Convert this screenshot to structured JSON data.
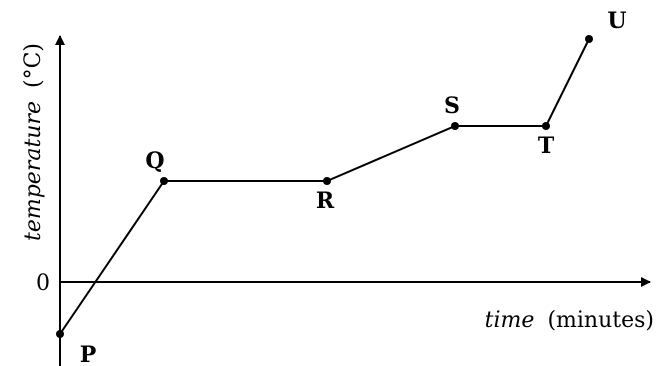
{
  "chart_data": {
    "type": "line",
    "xlabel_italic": "time",
    "xlabel_unit": "(minutes)",
    "ylabel_italic": "temperature",
    "ylabel_unit": "(°C)",
    "zero_label": "0",
    "points": [
      {
        "label": "P"
      },
      {
        "label": "Q"
      },
      {
        "label": "R"
      },
      {
        "label": "S"
      },
      {
        "label": "T"
      },
      {
        "label": "U"
      }
    ]
  }
}
